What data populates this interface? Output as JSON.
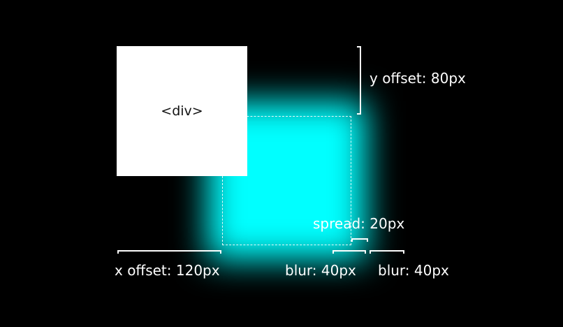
{
  "diagram": {
    "element_label": "<div>",
    "labels": {
      "y_offset": "y offset: 80px",
      "spread": "spread: 20px",
      "x_offset": "x offset: 120px",
      "blur_inner": "blur: 40px",
      "blur_outer": "blur: 40px"
    },
    "colors": {
      "background": "#000000",
      "box": "#ffffff",
      "shadow": "#00ffff",
      "annotation": "#ffffff"
    }
  }
}
